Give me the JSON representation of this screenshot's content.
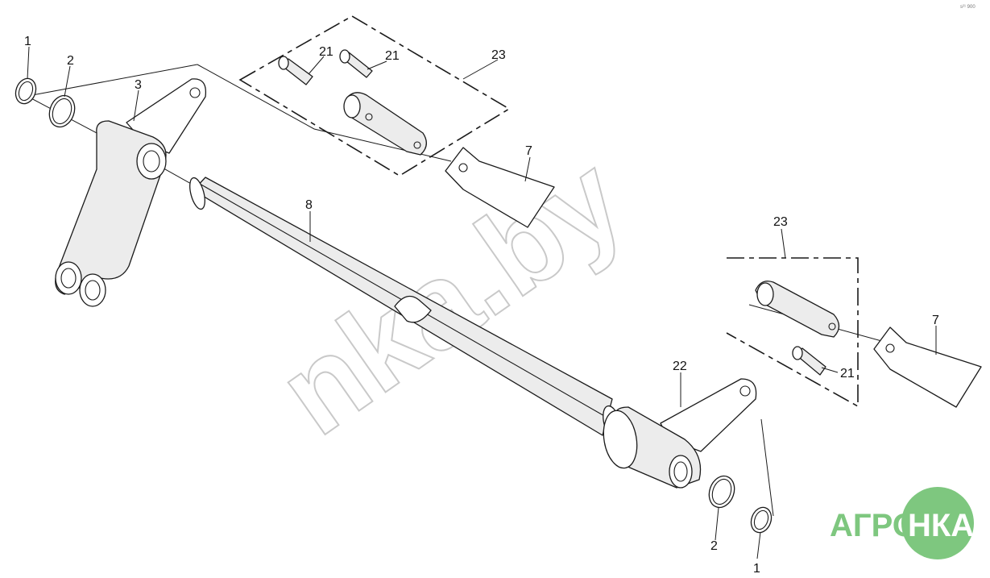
{
  "callouts": {
    "c1_top": "1",
    "c2_top": "2",
    "c3": "3",
    "c21_a": "21",
    "c21_b": "21",
    "c23_top": "23",
    "c7_top": "7",
    "c8": "8",
    "c23_right": "23",
    "c7_right": "7",
    "c22": "22",
    "c21_right": "21",
    "c2_bottom": "2",
    "c1_bottom": "1"
  },
  "watermark": {
    "text": "nka.by"
  },
  "logo": {
    "left": "АГРО",
    "right": "НКА",
    "color": "#7ec77f"
  },
  "corner_mark": "s²¹ 900"
}
